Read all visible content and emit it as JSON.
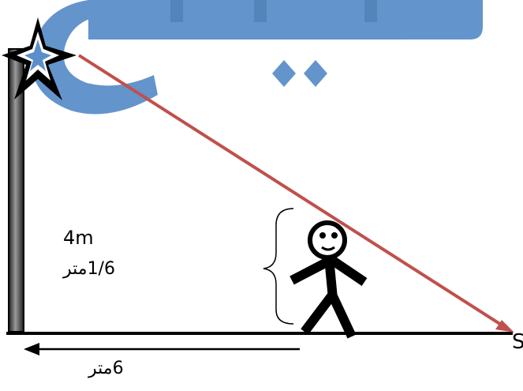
{
  "labels": {
    "lamp_height": "4m",
    "person_height": "1/6متر",
    "distance": "6متر",
    "shadow_end": "S"
  },
  "colors": {
    "watermark": "#5b8fc9",
    "light_ray": "#c0504d",
    "ink": "#000000",
    "pole_dark": "#2a2a2a",
    "pole_light": "#8a8a8a"
  },
  "icons": {
    "lamp": "star-burst-icon",
    "person": "stick-figure-icon",
    "brace": "curly-brace-icon",
    "arrow": "left-arrow-icon"
  }
}
